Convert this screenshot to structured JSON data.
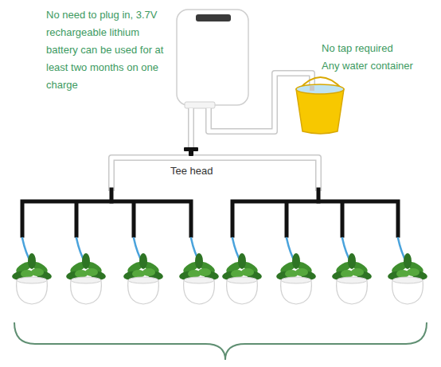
{
  "diagram": {
    "labels": [
      "No need to plug in, 3.7V rechargeable lithium battery can be used for at least two months on one charge",
      "No tap required",
      "Any water container",
      "Tee head"
    ]
  }
}
